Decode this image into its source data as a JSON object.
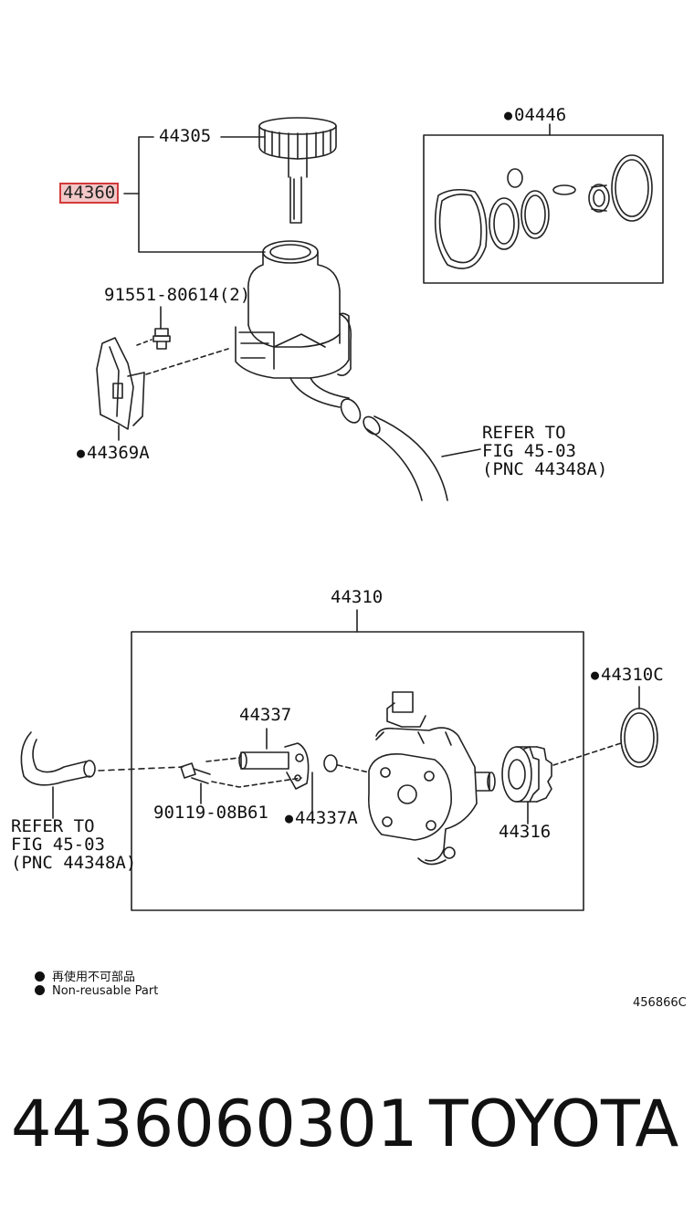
{
  "labels": {
    "p44305": "44305",
    "p44360": "44360",
    "p04446": "04446",
    "p91551": "91551-80614(2)",
    "p44369A": "44369A",
    "refer_top": [
      "REFER TO",
      "FIG 45-03",
      "(PNC 44348A)"
    ],
    "p44310": "44310",
    "p44310C": "44310C",
    "p44337": "44337",
    "p90119": "90119-08B61",
    "p44337A": "44337A",
    "p44316": "44316",
    "refer_left": [
      "REFER TO",
      "FIG 45-03",
      "(PNC 44348A)"
    ]
  },
  "legend": {
    "line1": "再使用不可部品",
    "line2": "Non-reusable Part"
  },
  "drawing_number": "456866C",
  "bottom": {
    "part_number": "4436060301",
    "brand": "TOYOTA"
  },
  "colors": {
    "line": "#222222",
    "highlight_fill": "#f3c7c7",
    "highlight_border": "#d23a3a"
  }
}
